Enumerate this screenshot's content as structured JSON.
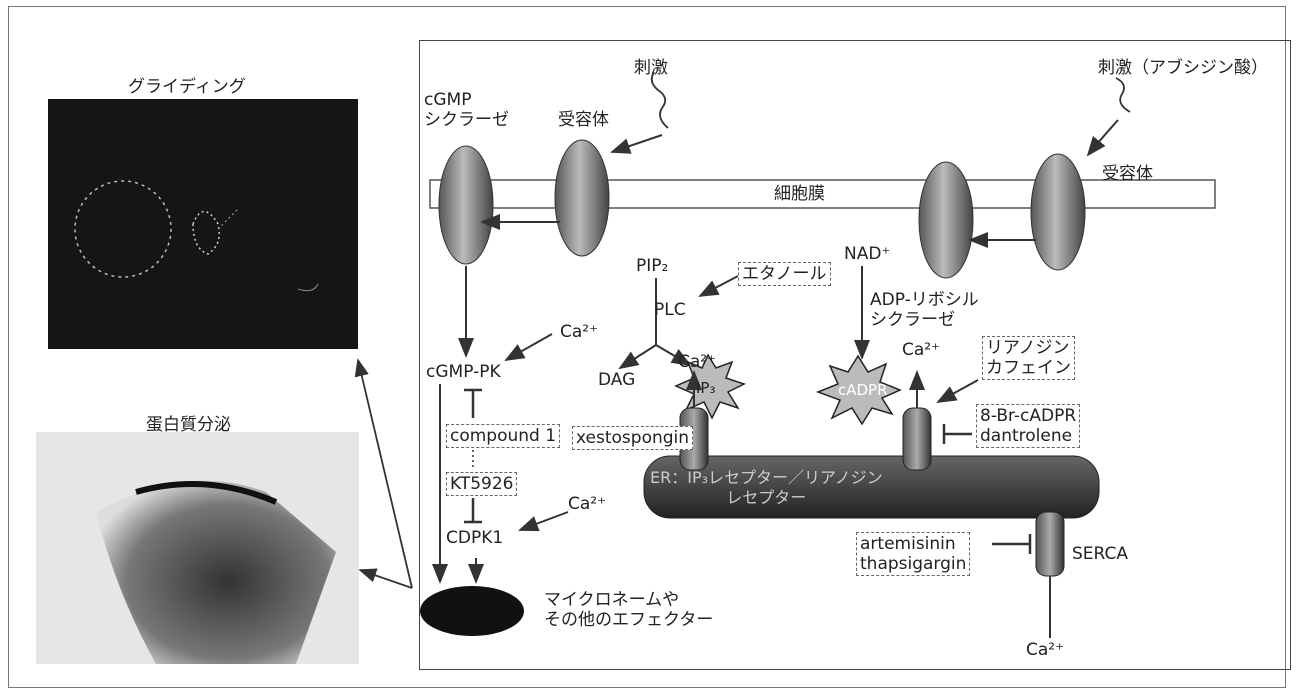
{
  "photos": {
    "gliding_caption": "グライディング",
    "secretion_caption": "蛋白質分泌"
  },
  "stimuli": {
    "stim1": "刺激",
    "stim2": "刺激（アブシジン酸）"
  },
  "membrane": {
    "label": "細胞膜"
  },
  "receptors": {
    "gc_label": "cGMP\nシクラーゼ",
    "receptor1": "受容体",
    "receptor2": "受容体"
  },
  "molecules": {
    "pip2": "PIP₂",
    "plc": "PLC",
    "dag": "DAG",
    "ip3": "IP₃",
    "nad": "NAD⁺",
    "adpr_cyclase": "ADP-リボシル\nシクラーゼ",
    "cadpr": "cADPR",
    "cgmp_pk": "cGMP-PK",
    "cdpk1": "CDPK1",
    "ca_1": "Ca²⁺",
    "ca_2": "Ca²⁺",
    "ca_3": "Ca²⁺",
    "ca_4": "Ca²⁺",
    "ca_5": "Ca²⁺",
    "serca": "SERCA",
    "effector": "マイクロネームや\nその他のエフェクター"
  },
  "inhibitors": {
    "ethanol": "エタノール",
    "compound1": "compound 1",
    "kt5926": "KT5926",
    "xestospongin": "xestospongin",
    "ryanodine_caffeine": "リアノジン\nカフェイン",
    "br_cadpr_dantrolene": "8-Br-cADPR\ndantrolene",
    "artemisinin_thapsigargin": "artemisinin\nthapsigargin"
  },
  "er": {
    "label": "ER：IP₃レセプター／リアノジン\nレセプター"
  }
}
